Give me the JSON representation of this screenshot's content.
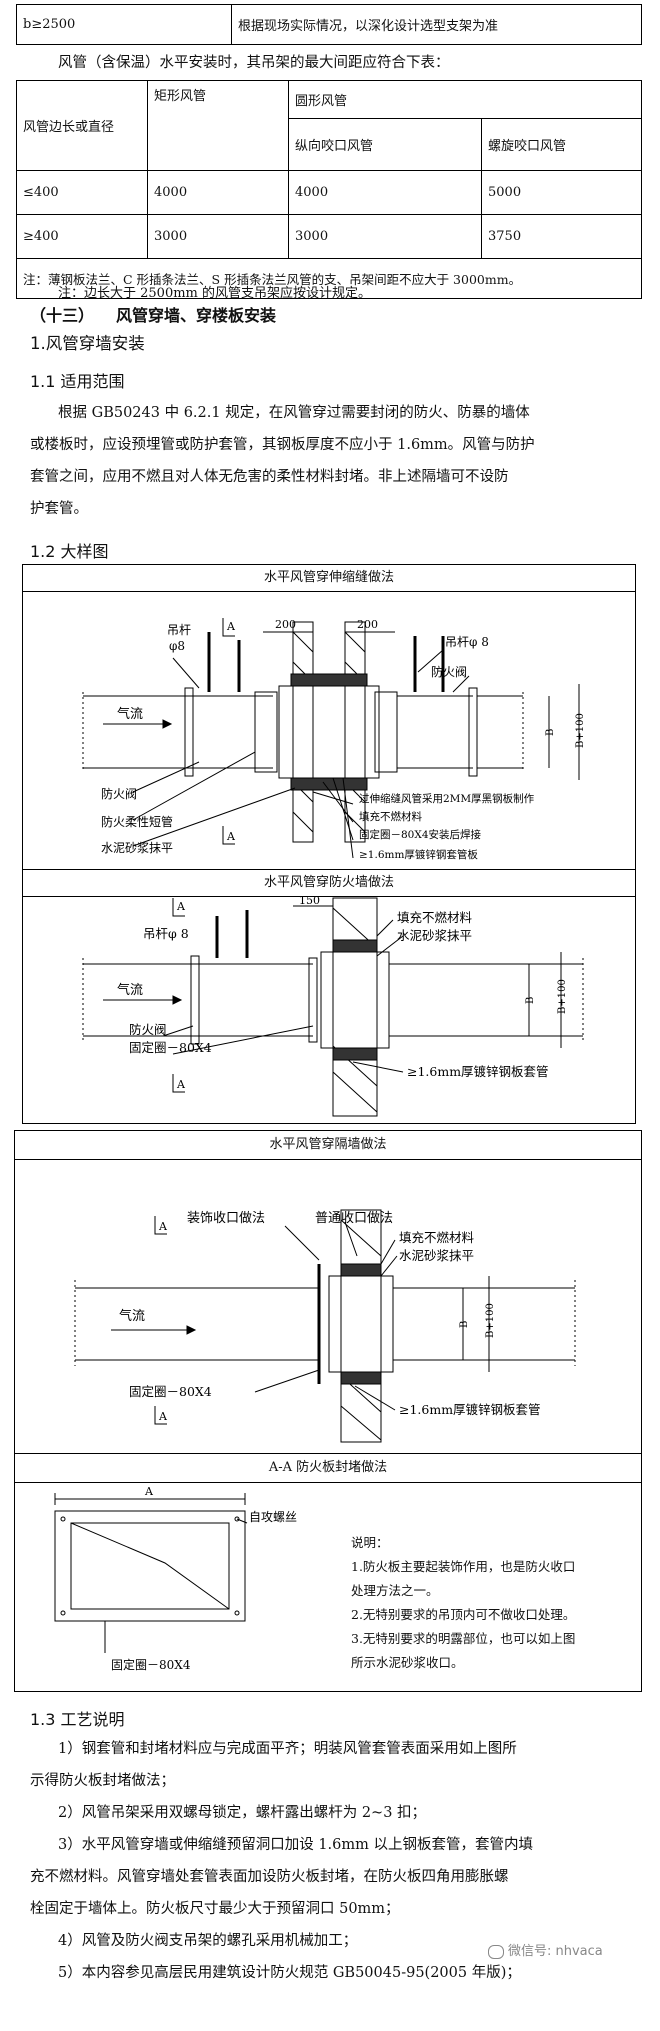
{
  "top_row": {
    "col1": "b≥2500",
    "col2": "根据现场实际情况，以深化设计选型支架为准"
  },
  "spacing_intro": "风管（含保温）水平安装时，其吊架的最大间距应符合下表：",
  "spacing_table": {
    "h_side": "风管边长或直径",
    "h_rect": "矩形风管",
    "h_round": "圆形风管",
    "h_long": "纵向咬口风管",
    "h_spiral": "螺旋咬口风管",
    "rows": [
      {
        "size": "≤400",
        "rect": "4000",
        "long": "4000",
        "spiral": "5000"
      },
      {
        "size": "≥400",
        "rect": "3000",
        "long": "3000",
        "spiral": "3750"
      }
    ],
    "note": "注：薄钢板法兰、C 形插条法兰、S 形插条法兰风管的支、吊架间距不应大于 3000mm。"
  },
  "table_footnote": "注：边长大于 2500mm 的风管支吊架应按设计规定。",
  "section13": {
    "num": "（十三）",
    "title": "风管穿墙、穿楼板安装"
  },
  "h1": "1.风管穿墙安装",
  "h1_1": "1.1 适用范围",
  "scope_lines": [
    "根据 GB50243 中 6.2.1 规定，在风管穿过需要封闭的防火、防暴的墙体",
    "或楼板时，应设预埋管或防护套管，其钢板厚度不应小于 1.6mm。风管与防护",
    "套管之间，应用不燃且对人体无危害的柔性材料封堵。非上述隔墙可不设防",
    "护套管。"
  ],
  "h1_2": "1.2 大样图",
  "d1": {
    "title": "水平风管穿伸缩缝做法",
    "dim200a": "200",
    "dim200b": "200",
    "hanger_l": "吊杆",
    "phi_l": "φ8",
    "hanger_r": "吊杆φ 8",
    "damper_r": "防火阀",
    "airflow": "气流",
    "damper_l": "防火阀",
    "soft": "防火柔性短管",
    "mortar": "水泥砂浆抹平",
    "sec": "A",
    "n1": "过伸缩缝风管采用2MM厚黑钢板制作",
    "n2": "填充不燃材料",
    "n3": "固定圈－80X4安装后焊接",
    "n4": "≥1.6mm厚镀锌钢套管板",
    "dimB": "B",
    "dimB100": "B+100"
  },
  "d2": {
    "title": "水平风管穿防火墙做法",
    "dim150": "150",
    "hanger": "吊杆φ 8",
    "airflow": "气流",
    "damper": "防火阀",
    "ring": "固定圈－80X4",
    "fill": "填充不燃材料",
    "mortar": "水泥砂浆抹平",
    "sleeve": "≥1.6mm厚镀锌钢板套管",
    "sec": "A",
    "dimB": "B",
    "dimB100": "B+100"
  },
  "d3": {
    "title": "水平风管穿隔墙做法",
    "deco": "装饰收口做法",
    "normal": "普通收口做法",
    "fill": "填充不燃材料",
    "mortar": "水泥砂浆抹平",
    "airflow": "气流",
    "ring": "固定圈－80X4",
    "sleeve": "≥1.6mm厚镀锌钢板套管",
    "sec": "A",
    "dimB": "B",
    "dimB100": "B+100"
  },
  "d4": {
    "title": "A-A 防火板封堵做法",
    "dimA": "A",
    "screw": "自攻螺丝",
    "ring": "固定圈－80X4",
    "note_title": "说明：",
    "notes": [
      "1.防火板主要起装饰作用，也是防火收口",
      "处理方法之一。",
      "2.无特别要求的吊顶内可不做收口处理。",
      "3.无特别要求的明露部位，也可以如上图",
      "所示水泥砂浆收口。"
    ]
  },
  "h1_3": "1.3 工艺说明",
  "process_lines": [
    "1）钢套管和封堵材料应与完成面平齐；明装风管套管表面采用如上图所",
    "示得防火板封堵做法；",
    "2）风管吊架采用双螺母锁定，螺杆露出螺杆为 2~3 扣；",
    "3）水平风管穿墙或伸缩缝预留洞口加设 1.6mm 以上钢板套管，套管内填",
    "充不燃材料。风管穿墙处套管表面加设防火板封堵，在防火板四角用膨胀螺",
    "栓固定于墙体上。防火板尺寸最少大于预留洞口 50mm；",
    "4）风管及防火阀支吊架的螺孔采用机械加工；",
    "5）本内容参见高层民用建筑设计防火规范 GB50045-95(2005 年版)；"
  ],
  "watermark": "微信号: nhvaca"
}
